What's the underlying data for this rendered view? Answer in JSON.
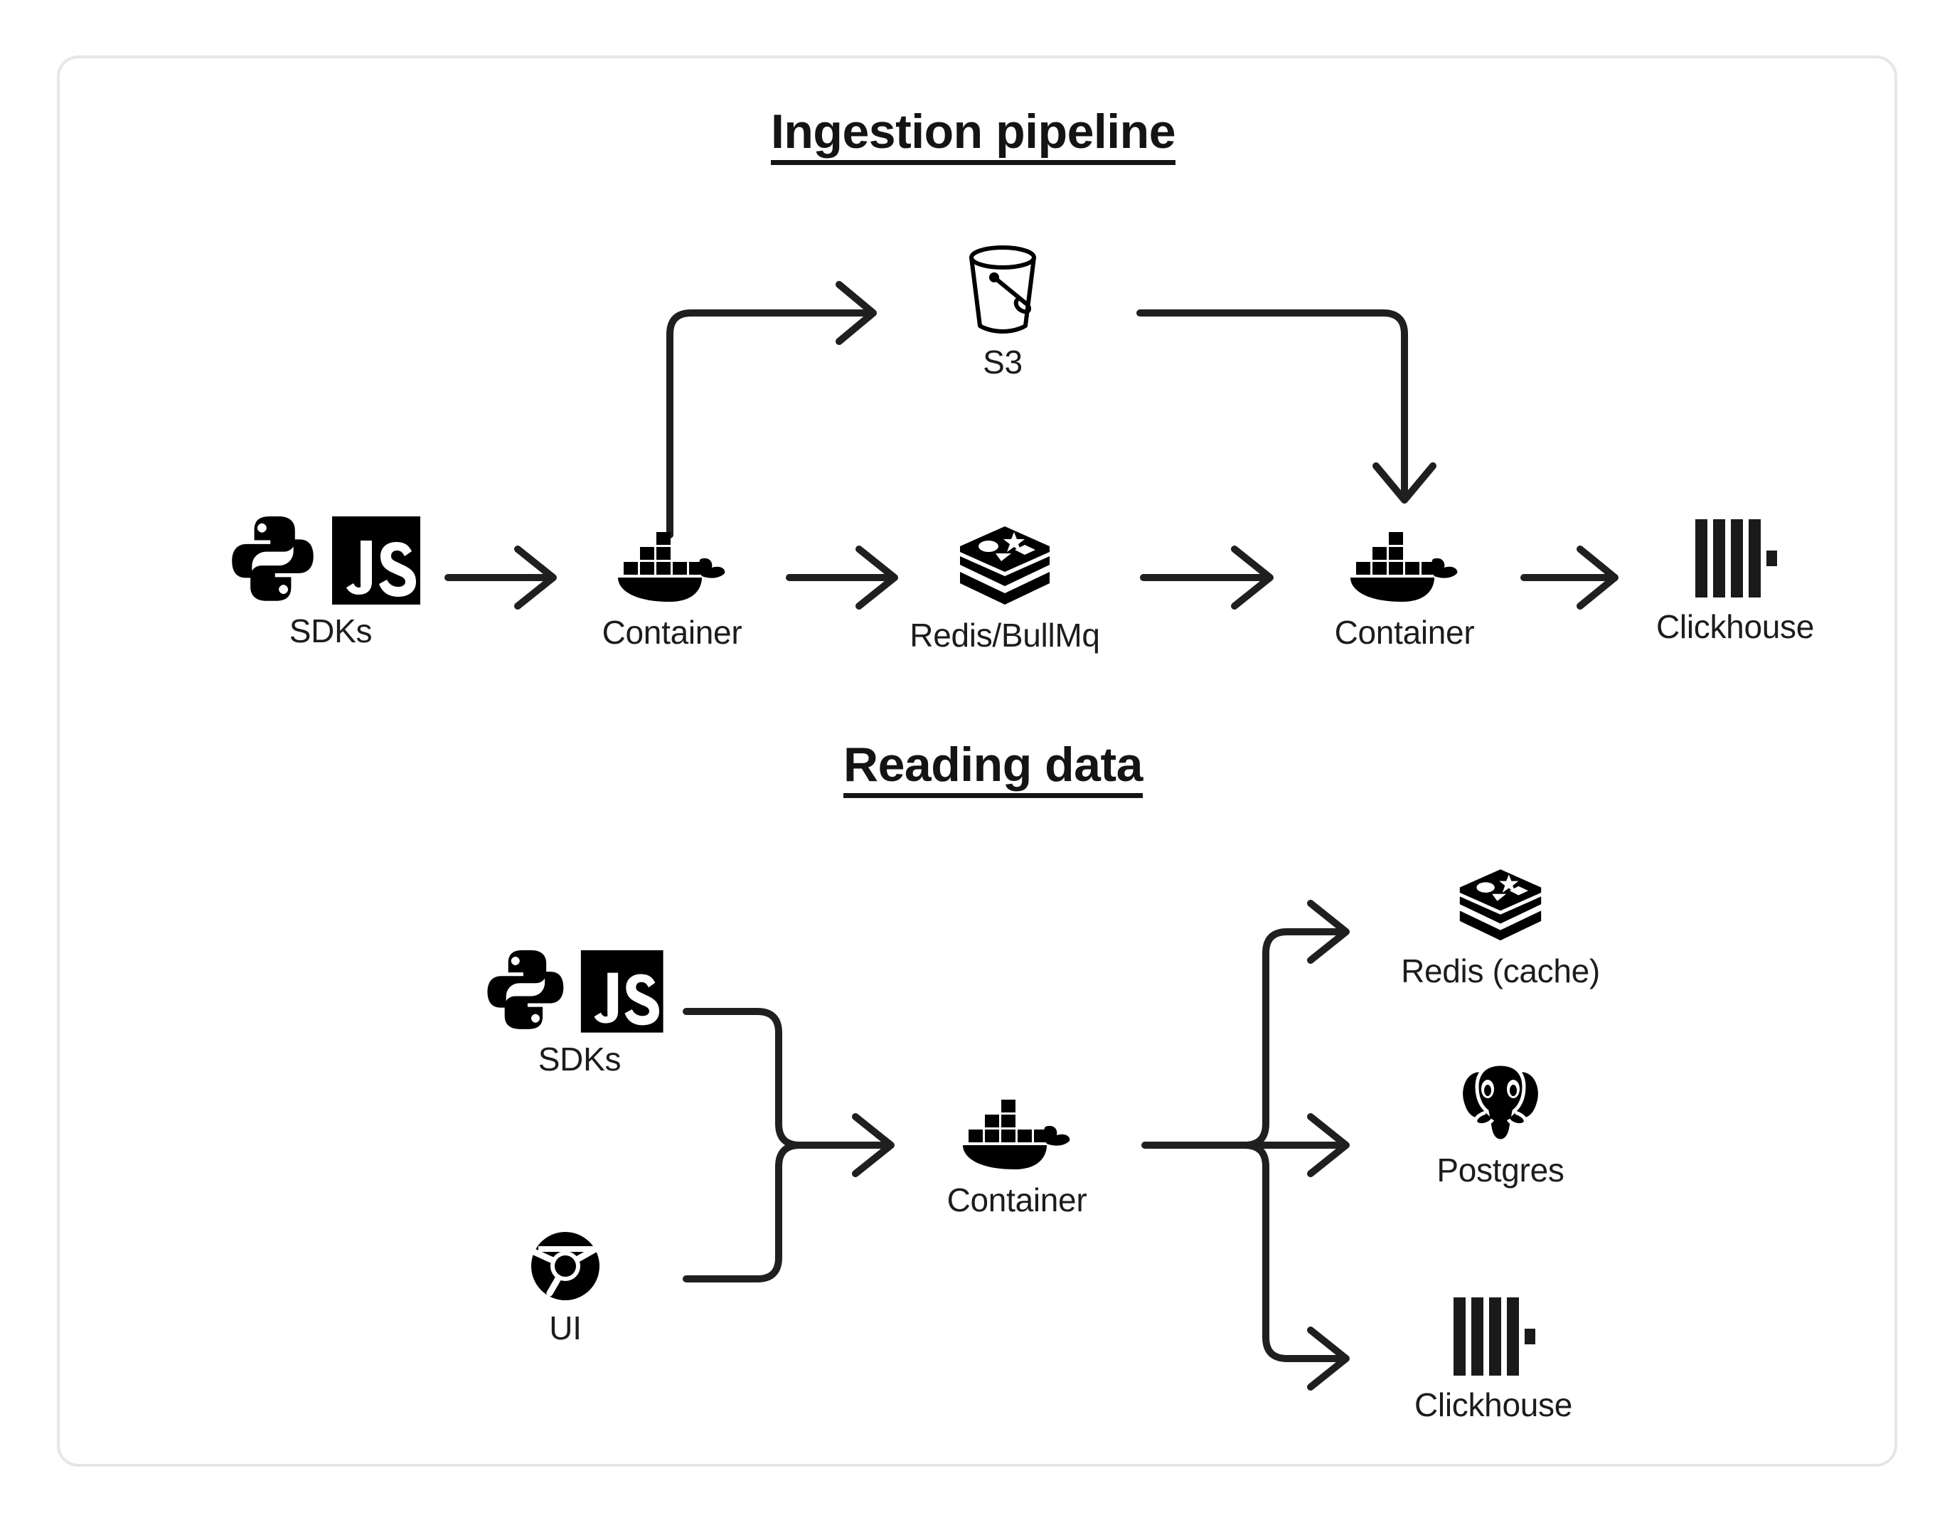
{
  "card": {
    "border_color": "#e6e6e6",
    "background": "#ffffff"
  },
  "ink_color": "#141414",
  "sections": [
    {
      "id": "ingestion",
      "title": "Ingestion pipeline",
      "nodes": [
        {
          "id": "sdks-top",
          "label": "SDKs",
          "icon": "python-js-icon"
        },
        {
          "id": "container-1",
          "label": "Container",
          "icon": "docker-icon"
        },
        {
          "id": "s3",
          "label": "S3",
          "icon": "s3-bucket-icon"
        },
        {
          "id": "redis-bullmq",
          "label": "Redis/BullMq",
          "icon": "redis-icon"
        },
        {
          "id": "container-2",
          "label": "Container",
          "icon": "docker-icon"
        },
        {
          "id": "clickhouse-top",
          "label": "Clickhouse",
          "icon": "clickhouse-icon"
        }
      ],
      "edges": [
        {
          "from": "sdks-top",
          "to": "container-1",
          "style": "straight-arrow"
        },
        {
          "from": "container-1",
          "to": "s3",
          "style": "elbow-up-right-arrow"
        },
        {
          "from": "container-1",
          "to": "redis-bullmq",
          "style": "straight-arrow"
        },
        {
          "from": "s3",
          "to": "container-2",
          "style": "elbow-right-down-arrow"
        },
        {
          "from": "redis-bullmq",
          "to": "container-2",
          "style": "straight-arrow"
        },
        {
          "from": "container-2",
          "to": "clickhouse-top",
          "style": "straight-arrow"
        }
      ]
    },
    {
      "id": "reading",
      "title": "Reading data",
      "nodes": [
        {
          "id": "sdks-bottom",
          "label": "SDKs",
          "icon": "python-js-icon"
        },
        {
          "id": "ui",
          "label": "UI",
          "icon": "chrome-icon"
        },
        {
          "id": "container-3",
          "label": "Container",
          "icon": "docker-icon"
        },
        {
          "id": "redis-cache",
          "label": "Redis (cache)",
          "icon": "redis-icon"
        },
        {
          "id": "postgres",
          "label": "Postgres",
          "icon": "postgres-icon"
        },
        {
          "id": "clickhouse-bottom",
          "label": "Clickhouse",
          "icon": "clickhouse-icon"
        }
      ],
      "edges": [
        {
          "from": "sdks-bottom",
          "to": "container-3",
          "style": "merge-arrow"
        },
        {
          "from": "ui",
          "to": "container-3",
          "style": "merge-arrow"
        },
        {
          "from": "container-3",
          "to": "redis-cache",
          "style": "fanout-up-arrow"
        },
        {
          "from": "container-3",
          "to": "postgres",
          "style": "fanout-straight-arrow"
        },
        {
          "from": "container-3",
          "to": "clickhouse-bottom",
          "style": "fanout-down-arrow"
        }
      ]
    }
  ]
}
